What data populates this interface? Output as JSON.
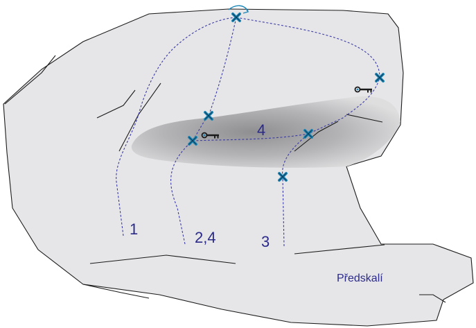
{
  "labels": {
    "route_1": "1",
    "route_2_4": "2,4",
    "route_3": "3",
    "route_4": "4",
    "predskali": "Předskalí"
  },
  "colors": {
    "rock_fill": "#e6e6e8",
    "route_line": "#3a3aa6",
    "label_text": "#2b2a8a",
    "bolt_marker": "#1b87b8",
    "outline": "#1a1a1a"
  },
  "icons": {
    "bolt": "x-mark-icon",
    "anchor": "key-icon",
    "traverse": "curved-arrow-icon"
  }
}
